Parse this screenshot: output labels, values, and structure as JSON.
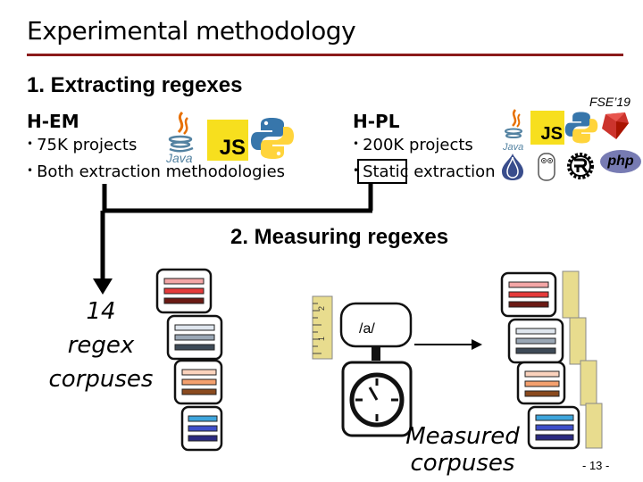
{
  "slide": {
    "title": "Experimental methodology",
    "section1_heading": "1. Extracting regexes",
    "section2_heading": "2. Measuring regexes",
    "reference": "FSE’19",
    "page_number": "- 13 -"
  },
  "hem": {
    "heading": "H-EM",
    "bullets": [
      "75K projects",
      "Both extraction methodologies"
    ]
  },
  "hpl": {
    "heading": "H-PL",
    "bullets": [
      "200K projects",
      "Static extraction"
    ]
  },
  "logos": {
    "java_text": "Java",
    "js_text": "JS",
    "php_text": "php"
  },
  "corpus": {
    "line1": "14",
    "line2": "regex",
    "line3": "corpuses"
  },
  "measured": {
    "line1": "Measured",
    "line2": "corpuses"
  },
  "regex_sample": "/a/",
  "ruler_marks": [
    "1",
    "2"
  ],
  "colors": {
    "title_rule": "#8b1a1a",
    "set1": [
      "#f4a6a6",
      "#e53b3b",
      "#6b1a14"
    ],
    "set2": [
      "#dfe6ee",
      "#9aa7b5",
      "#3e4a57"
    ],
    "set3": [
      "#fbd3bd",
      "#f4a06e",
      "#8a4a1e"
    ],
    "set4": [
      "#3ea5dc",
      "#3e4ec9",
      "#2a2a80"
    ],
    "ruler": "#e8dc8e"
  }
}
